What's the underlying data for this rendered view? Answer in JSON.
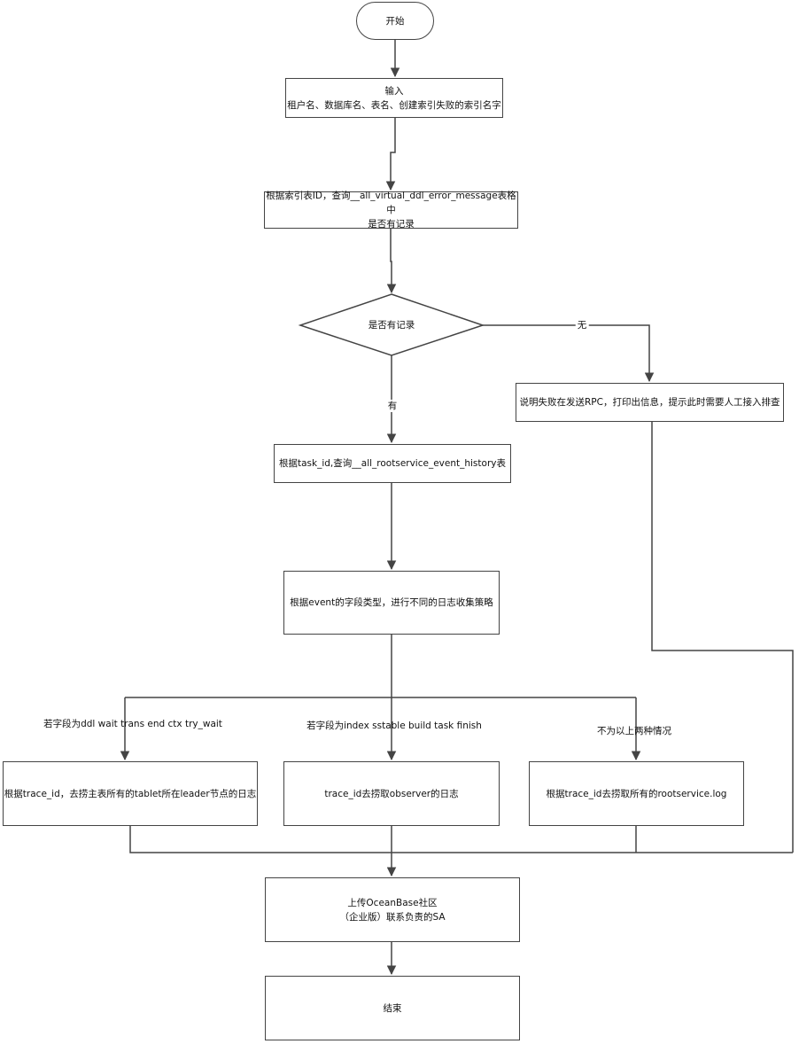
{
  "nodes": {
    "start": "开始",
    "input": {
      "line1": "输入",
      "line2": "租户名、数据库名、表名、创建索引失败的索引名字"
    },
    "query_error": {
      "line1": "根据索引表ID，查询__all_virtual_ddl_error_message表格中",
      "line2": "是否有记录"
    },
    "decision": "是否有记录",
    "no_record": "说明失败在发送RPC，打印出信息，提示此时需要人工接入排查",
    "query_event": "根据task_id,查询__all_rootservice_event_history表",
    "event_type": "根据event的字段类型，进行不同的日志收集策略",
    "branch_tablet": "根据trace_id，去捞主表所有的tablet所在leader节点的日志",
    "branch_observer": "trace_id去捞取observer的日志",
    "branch_rootservice": "根据trace_id去捞取所有的rootservice.log",
    "upload": {
      "line1": "上传OceanBase社区",
      "line2": "（企业版）联系负责的SA"
    },
    "end": "结束"
  },
  "edge_labels": {
    "no": "无",
    "yes": "有",
    "cond_ddl_wait": "若字段为ddl wait trans end ctx try_wait",
    "cond_index_build": "若字段为index sstable build task finish",
    "cond_other": "不为以上两种情况"
  }
}
